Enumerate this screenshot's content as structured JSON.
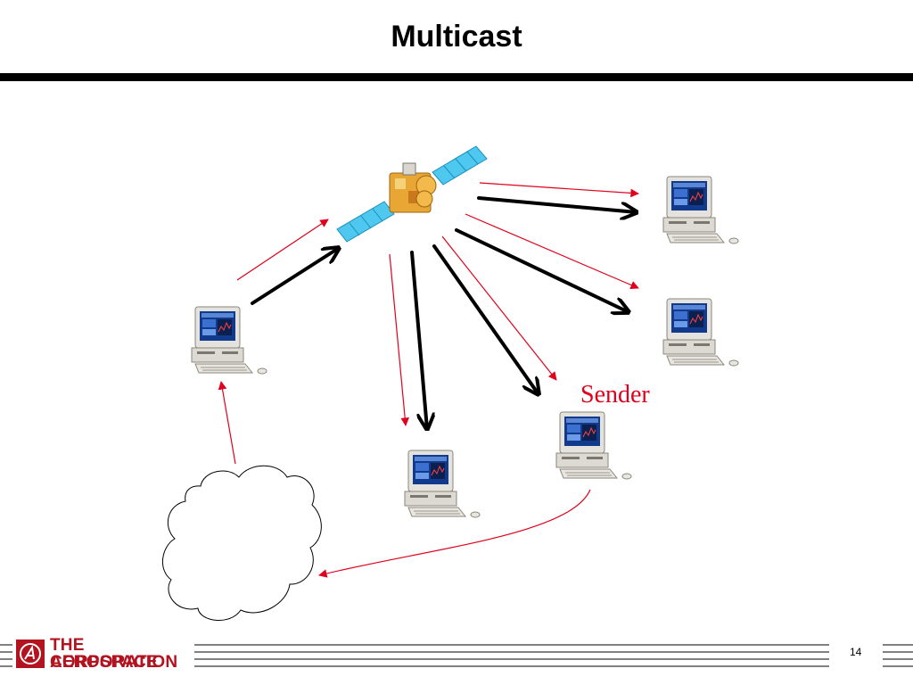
{
  "slide": {
    "title": "Multicast",
    "page_number": "14"
  },
  "diagram": {
    "nodes": [
      {
        "id": "satellite",
        "kind": "satellite-icon"
      },
      {
        "id": "uplink-computer",
        "kind": "computer-icon"
      },
      {
        "id": "receiver-top-right",
        "kind": "computer-icon"
      },
      {
        "id": "receiver-middle-right",
        "kind": "computer-icon"
      },
      {
        "id": "receiver-bottom-center",
        "kind": "computer-icon"
      },
      {
        "id": "sender-computer",
        "kind": "computer-icon",
        "label": "Sender"
      },
      {
        "id": "network-cloud",
        "kind": "cloud-icon"
      }
    ],
    "edges": [
      {
        "from": "uplink-computer",
        "to": "satellite",
        "style": "black-bold"
      },
      {
        "from": "uplink-computer",
        "to": "satellite",
        "style": "red-thin"
      },
      {
        "from": "satellite",
        "to": "receiver-top-right",
        "style": "black-bold"
      },
      {
        "from": "satellite",
        "to": "receiver-top-right",
        "style": "red-thin"
      },
      {
        "from": "satellite",
        "to": "receiver-middle-right",
        "style": "black-bold"
      },
      {
        "from": "satellite",
        "to": "receiver-middle-right",
        "style": "red-thin"
      },
      {
        "from": "satellite",
        "to": "receiver-bottom-center",
        "style": "black-bold"
      },
      {
        "from": "satellite",
        "to": "receiver-bottom-center",
        "style": "red-thin"
      },
      {
        "from": "satellite",
        "to": "sender-computer",
        "style": "black-bold"
      },
      {
        "from": "satellite",
        "to": "sender-computer",
        "style": "red-thin"
      },
      {
        "from": "sender-computer",
        "to": "network-cloud",
        "style": "red-thin"
      },
      {
        "from": "network-cloud",
        "to": "uplink-computer",
        "style": "red-thin"
      }
    ]
  },
  "footer": {
    "logo_line1": "THE AEROSPACE",
    "logo_line2": "CORPORATION"
  },
  "colors": {
    "red_arrow": "#e0001b",
    "black_arrow": "#000000",
    "logo_red": "#b3121f"
  }
}
